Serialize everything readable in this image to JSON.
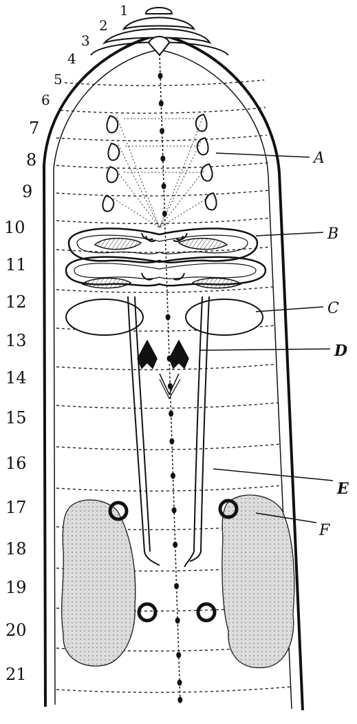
{
  "segment_numbers": [
    "1",
    "2",
    "3",
    "4",
    "5",
    "6",
    "7",
    "8",
    "9",
    "10",
    "11",
    "12",
    "13",
    "14",
    "15",
    "16",
    "17",
    "18",
    "19",
    "20",
    "21"
  ],
  "part_labels": [
    "A",
    "B",
    "C",
    "D",
    "E",
    "F"
  ],
  "colors": {
    "ink": "#111111",
    "paper": "#ffffff",
    "stipple": "#bcbcbc"
  }
}
